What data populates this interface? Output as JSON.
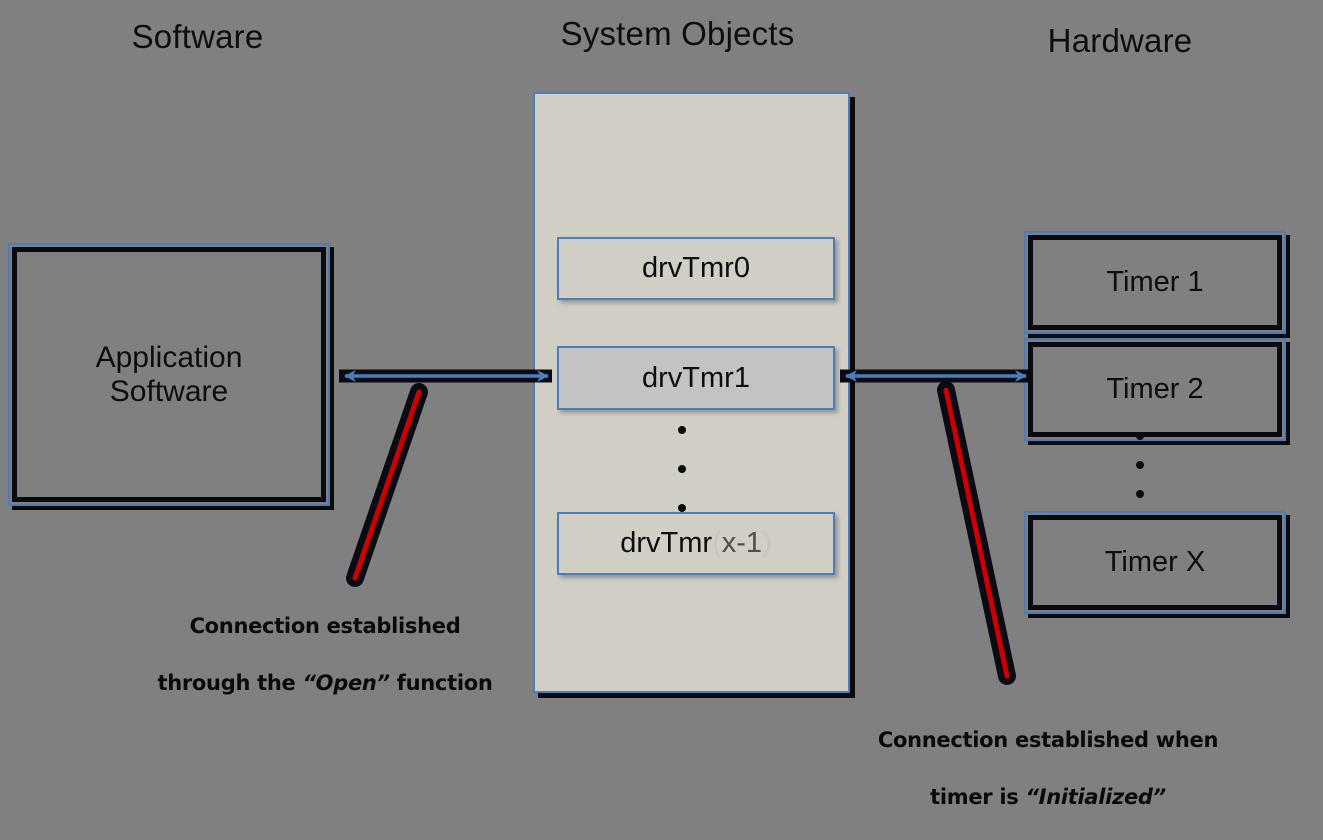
{
  "diagram": {
    "title": "Timer driver system objects diagram",
    "background_color": "#808080",
    "accent_blue": "#4a7ebb",
    "connector_red": "#cc0000",
    "container_fill": "#d1cec5",
    "highlight_fill": "#c3c3c3"
  },
  "headings": {
    "software": "Software",
    "system_objects": "System Objects",
    "hardware": "Hardware"
  },
  "software": {
    "app_box_label": "Application\nSoftware"
  },
  "system_objects": {
    "objects": [
      {
        "label": "drvTmr0",
        "highlighted": false
      },
      {
        "label": "drvTmr1",
        "highlighted": true
      },
      {
        "label": "drvTmr",
        "arg": "x-1",
        "highlighted": false
      }
    ],
    "ellipsis": "•\n•\n•"
  },
  "hardware": {
    "timers": [
      {
        "label": "Timer 1"
      },
      {
        "label": "Timer 2"
      },
      {
        "label": "Timer X"
      }
    ],
    "ellipsis": "•\n•\n•"
  },
  "connectors": {
    "left_arrow_label": "bidirectional link between Application Software and drvTmr1",
    "right_arrow_label": "bidirectional link between drvTmr1 and Timer 2"
  },
  "captions": {
    "open": {
      "line1": "Connection established",
      "line2_before": "through the ",
      "line2_quoted": "“Open”",
      "line2_after": " function"
    },
    "initialized": {
      "line1": "Connection established when",
      "line2_before": "timer is ",
      "line2_quoted": "“Initialized”",
      "line2_after": ""
    }
  }
}
